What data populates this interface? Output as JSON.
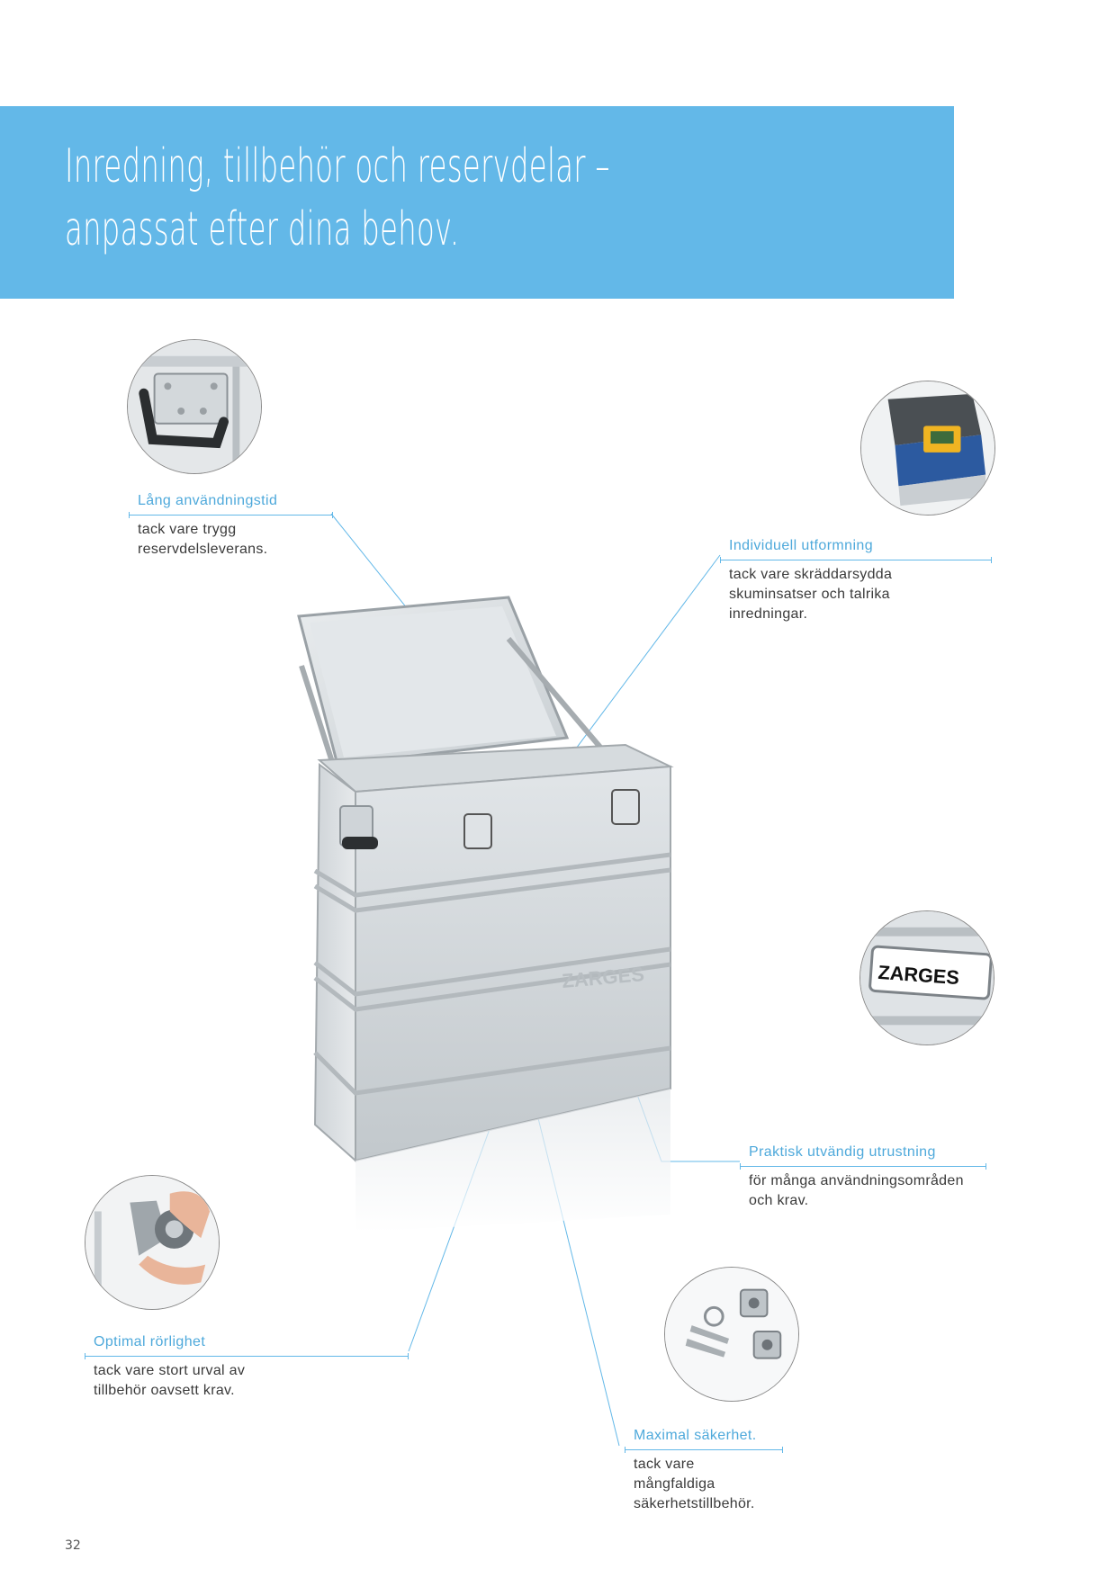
{
  "banner": {
    "title_line1": "Inredning, tillbehör och reservdelar –",
    "title_line2": "anpassat efter dina behov."
  },
  "callouts": {
    "lang": {
      "heading": "Lång användningstid",
      "line1": "tack vare trygg",
      "line2": "reservdelsleverans."
    },
    "individuell": {
      "heading": "Individuell utformning",
      "line1": "tack vare skräddarsydda",
      "line2": "skuminsatser och talrika",
      "line3": "inredningar."
    },
    "praktisk": {
      "heading": "Praktisk utvändig utrustning",
      "line1": "för många användningsområden",
      "line2": "och krav."
    },
    "optimal": {
      "heading": "Optimal rörlighet",
      "line1": "tack vare stort urval av",
      "line2": "tillbehör oavsett krav."
    },
    "maximal": {
      "heading": "Maximal säkerhet.",
      "line1": "tack vare mångfaldiga",
      "line2": "säkerhetstillbehör."
    }
  },
  "images": {
    "box_brand": "ZARGES",
    "label_brand": "ZARGES"
  },
  "colors": {
    "accent": "#63b8e8",
    "text": "#3a3a3a"
  },
  "page_number": "32"
}
